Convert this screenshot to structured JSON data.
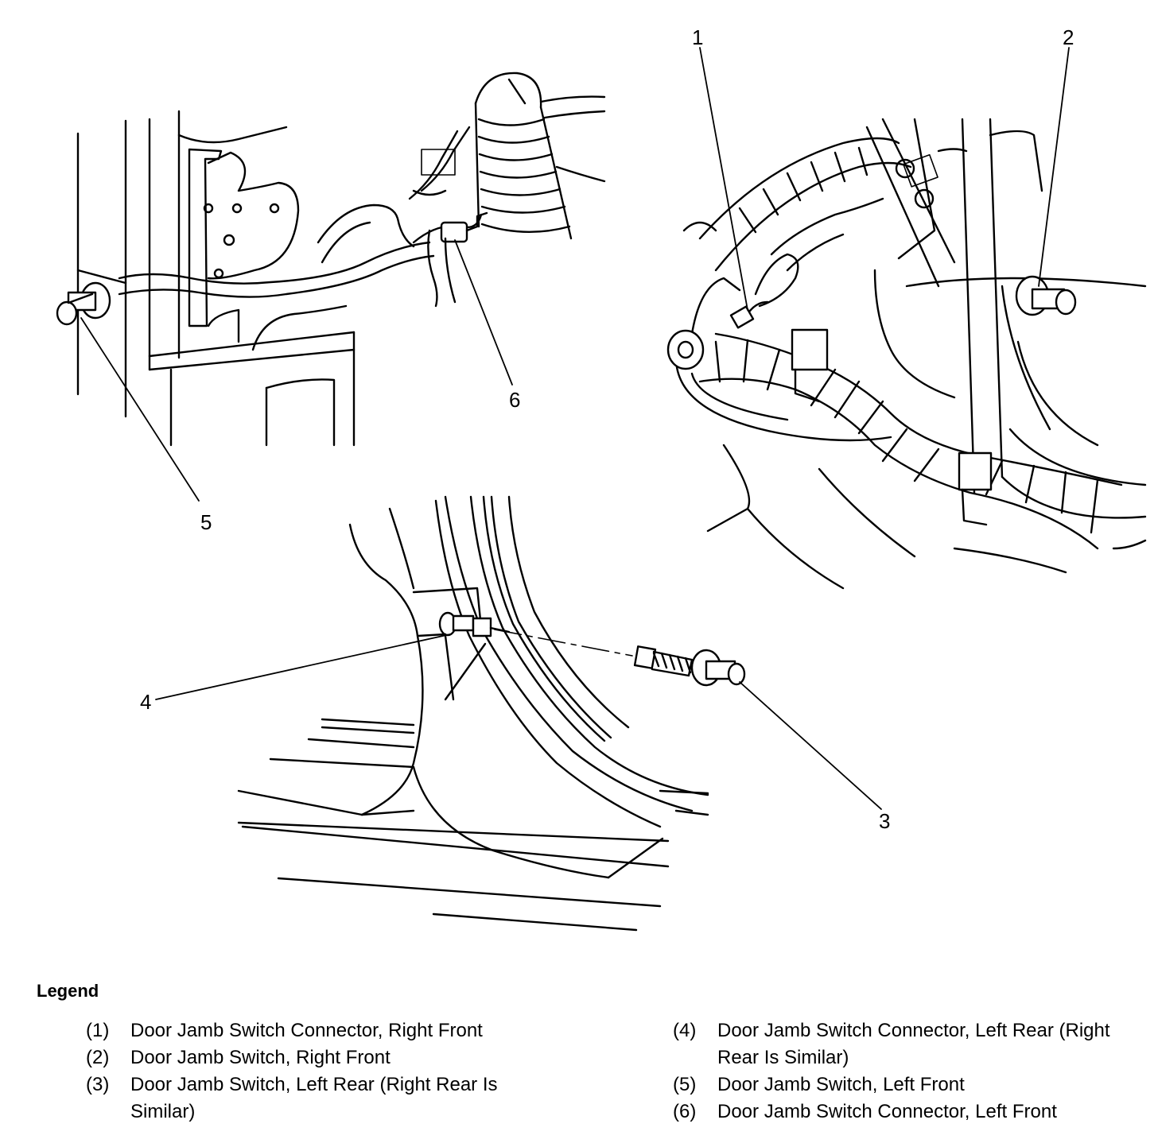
{
  "callouts": {
    "c1": "1",
    "c2": "2",
    "c3": "3",
    "c4": "4",
    "c5": "5",
    "c6": "6"
  },
  "legend": {
    "title": "Legend",
    "items": [
      {
        "num": "(1)",
        "text": "Door Jamb Switch Connector, Right Front"
      },
      {
        "num": "(2)",
        "text": "Door Jamb Switch, Right Front"
      },
      {
        "num": "(3)",
        "text": "Door Jamb Switch, Left Rear (Right Rear Is Similar)"
      },
      {
        "num": "(4)",
        "text": "Door Jamb Switch Connector, Left Rear (Right Rear Is Similar)"
      },
      {
        "num": "(5)",
        "text": "Door Jamb Switch, Left Front"
      },
      {
        "num": "(6)",
        "text": "Door Jamb Switch Connector, Left Front"
      }
    ]
  }
}
